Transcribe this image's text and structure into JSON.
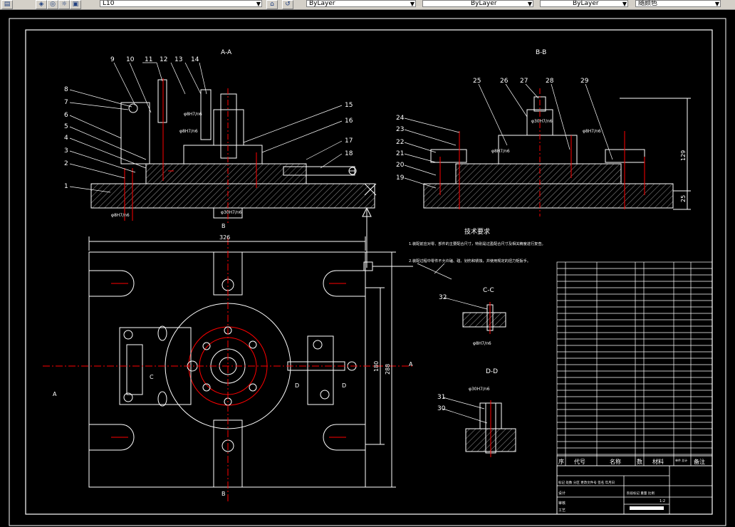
{
  "toolbar": {
    "layer_value": "L10",
    "color_value": "ByLayer",
    "linetype_value": "ByLayer",
    "lineweight_value": "ByLayer",
    "plotstyle_value": "随颜色"
  },
  "drawing": {
    "view_aa": "A-A",
    "view_bb": "B-B",
    "view_cc": "C-C",
    "view_dd": "D-D",
    "balloons_left": [
      "1",
      "2",
      "3",
      "4",
      "5",
      "6",
      "7",
      "8"
    ],
    "balloons_top": [
      "9",
      "10",
      "11",
      "12",
      "13",
      "14"
    ],
    "balloons_right": [
      "15",
      "16",
      "17",
      "18"
    ],
    "balloons_bb_left": [
      "19",
      "20",
      "21",
      "22",
      "23",
      "24"
    ],
    "balloons_bb_top": [
      "25",
      "26",
      "27",
      "28",
      "29"
    ],
    "balloon_cc": "32",
    "balloons_dd": [
      "31",
      "30"
    ],
    "dim_width": "326",
    "dim_height_outer": "288",
    "dim_height_inner": "180",
    "dim_bb_height": "129",
    "dim_bb_small": "25",
    "dim_fit_1": "φ30H7/n6",
    "dim_fit_2": "φ8H7/n6",
    "section_a_left": "A",
    "section_a_right": "A",
    "section_b_top": "B",
    "section_b_bottom": "B",
    "section_c": "C",
    "section_d_left": "D",
    "section_d_right": "D",
    "tech_title": "技术要求",
    "tech_note_1": "1.装配前应对零、部件的主要配合尺寸，特别是过盈配合尺寸及相关精度进行复查。",
    "tech_note_2": "2.装配过程中零件不允许磕、碰、划伤和锈蚀，并使用规定的扭力矩扳手。",
    "header_seq": "序",
    "header_code": "代号",
    "header_name": "名称",
    "header_qty": "数",
    "header_material": "材料",
    "header_weight": "单件 总计",
    "header_note": "备注",
    "title_row_1": "标记 处数 分区 更改文件号 签名 年月日",
    "title_row_2": "设计",
    "title_row_3": "审核",
    "title_row_4": "工艺",
    "title_stage": "阶段标记 重量 比例",
    "title_scale": "1:2"
  }
}
